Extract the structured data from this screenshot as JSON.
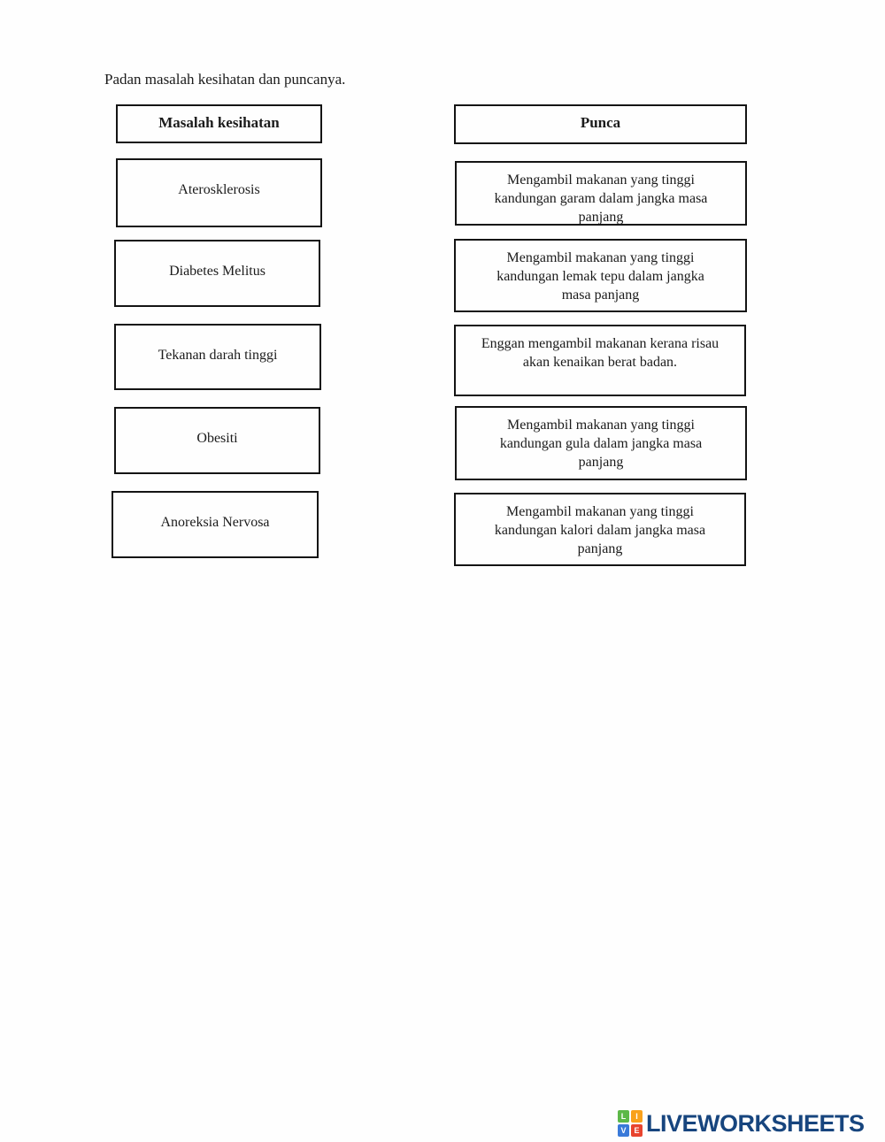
{
  "page": {
    "title": "Padan masalah kesihatan dan puncanya."
  },
  "left_column": {
    "header": "Masalah kesihatan",
    "items": [
      {
        "label": "Aterosklerosis"
      },
      {
        "label": "Diabetes Melitus"
      },
      {
        "label": "Tekanan darah tinggi"
      },
      {
        "label": "Obesiti"
      },
      {
        "label": "Anoreksia Nervosa"
      }
    ]
  },
  "right_column": {
    "header": "Punca",
    "items": [
      {
        "label": "Mengambil makanan yang tinggi kandungan garam dalam jangka masa panjang",
        "lines": [
          "Mengambil makanan yang tinggi",
          "kandungan garam dalam jangka masa",
          "panjang"
        ]
      },
      {
        "label": "Mengambil makanan yang tinggi kandungan lemak tepu dalam jangka masa panjang",
        "lines": [
          "Mengambil makanan yang tinggi",
          "kandungan lemak tepu dalam jangka",
          "masa panjang"
        ]
      },
      {
        "label": "Enggan mengambil makanan kerana risau akan kenaikan berat badan.",
        "lines": [
          "Enggan mengambil makanan kerana risau",
          "akan kenaikan berat badan."
        ]
      },
      {
        "label": "Mengambil makanan yang tinggi kandungan gula dalam jangka masa panjang",
        "lines": [
          "Mengambil makanan yang tinggi",
          "kandungan gula dalam jangka masa",
          "panjang"
        ]
      },
      {
        "label": "Mengambil makanan yang tinggi kandungan kalori dalam jangka masa panjang",
        "lines": [
          "Mengambil makanan yang tinggi",
          "kandungan kalori dalam jangka masa",
          "panjang"
        ]
      }
    ]
  },
  "footer": {
    "brand": "LIVEWORKSHEETS",
    "logo_letters": [
      "L",
      "I",
      "V",
      "E"
    ],
    "logo_colors": {
      "l": "#5cb848",
      "i": "#f9a11b",
      "v": "#3a7ad9",
      "e": "#e8442e"
    },
    "brand_color": "#17457e"
  }
}
